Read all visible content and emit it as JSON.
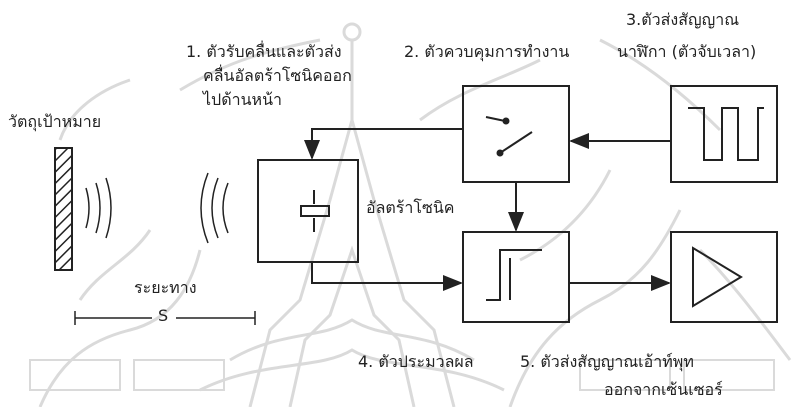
{
  "labels": {
    "target": "วัตถุเป้าหมาย",
    "part1_line1": "1. ตัวรับคลื่นและตัวส่ง",
    "part1_line2": "คลื่นอัลตร้าโซนิคออก",
    "part1_line3": "ไปด้านหน้า",
    "part2": "2. ตัวควบคุมการทำงาน",
    "part3_line1": "3.ตัวส่งสัญญาณ",
    "part3_line2": "นาฬิกา (ตัวจับเวลา)",
    "ultrasonic": "อัลตร้าโซนิค",
    "distance_label": "ระยะทาง",
    "distance_symbol": "S",
    "part4": "4. ตัวประมวลผล",
    "part5_line1": "5. ตัวส่งสัญญาณเอ้าท์พุท",
    "part5_line2": "ออกจากเซ้นเซอร์"
  },
  "colors": {
    "stroke": "#222222",
    "watermark": "#dadada",
    "hatch": "#222222"
  },
  "icons": [
    "hatched-target-wall",
    "sound-wave-arcs",
    "transducer-crystal-icon",
    "switch-icon",
    "clock-pulse-icon",
    "schmitt-step-icon",
    "amplifier-triangle-icon"
  ]
}
